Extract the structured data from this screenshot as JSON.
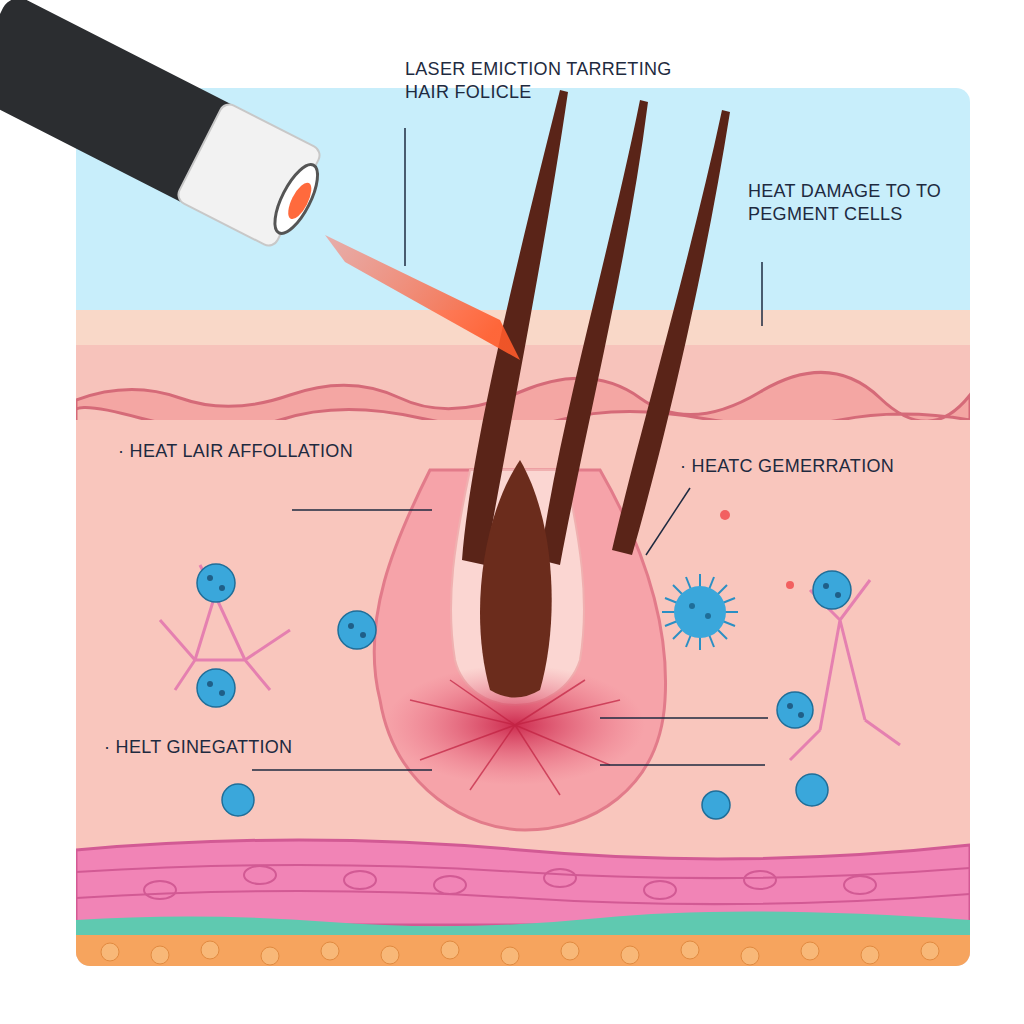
{
  "diagram": {
    "labels": [
      "LASER EMICTION TARRETING HAIR FOLICLE",
      "HEAT DAMAGE TO TO PEGMENT CELLS",
      "· HEAT LAIR AFFOLLATION",
      "· HEATC GEMERRATION",
      "· HELT GINEGATTION"
    ]
  }
}
